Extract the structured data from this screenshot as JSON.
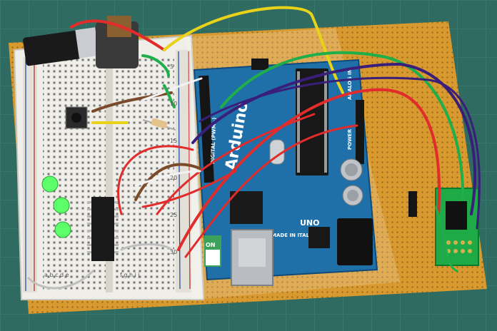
{
  "arduino": {
    "logo_text": "Arduino",
    "board_model": "UNO",
    "made_in": "MADE IN ITALY",
    "header_digital": "DIGITAL (PWM~)",
    "header_power": "POWER",
    "header_analog": "ANALOG IN",
    "on_label": "ON"
  },
  "breadboard": {
    "column_letters": "f g h i j",
    "column_letters_left": "a b c d e",
    "row_numbers": [
      "5",
      "10",
      "15",
      "20",
      "25",
      "30"
    ]
  },
  "colors": {
    "perfboard": "#d89a2f",
    "arduino_pcb": "#1f6fa8",
    "breadboard": "#efeee8",
    "cutting_mat": "#2f6b60",
    "led": "#5cff6a",
    "wire_red": "#e22c2c",
    "wire_green": "#1fae4a",
    "wire_yellow": "#e8d21a",
    "wire_purple": "#3a1f7a",
    "wire_brown": "#7a4a2a",
    "wire_white": "#f2f2f2"
  }
}
